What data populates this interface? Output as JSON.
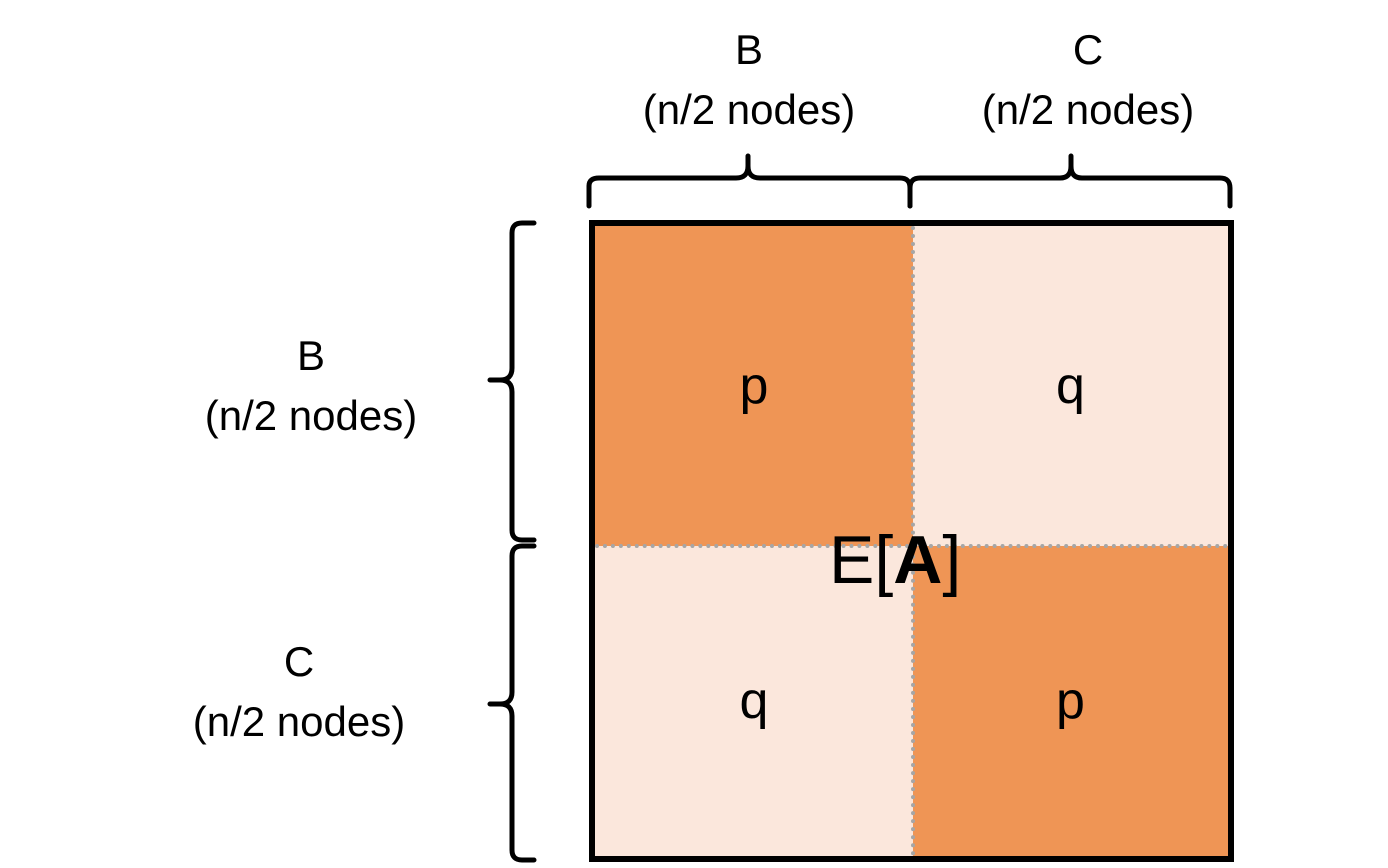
{
  "columns": [
    {
      "name": "B",
      "size": "(n/2 nodes)"
    },
    {
      "name": "C",
      "size": "(n/2 nodes)"
    }
  ],
  "rows": [
    {
      "name": "B",
      "size": "(n/2 nodes)"
    },
    {
      "name": "C",
      "size": "(n/2 nodes)"
    }
  ],
  "cells": {
    "BB": "p",
    "BC": "q",
    "CB": "q",
    "CC": "p"
  },
  "matrix_label": {
    "prefix": "E[",
    "symbol": "A",
    "suffix": "]"
  },
  "colors": {
    "dark_cell": "#ef9555",
    "light_cell": "#fbe7dc",
    "divider": "#a6a6a6"
  }
}
